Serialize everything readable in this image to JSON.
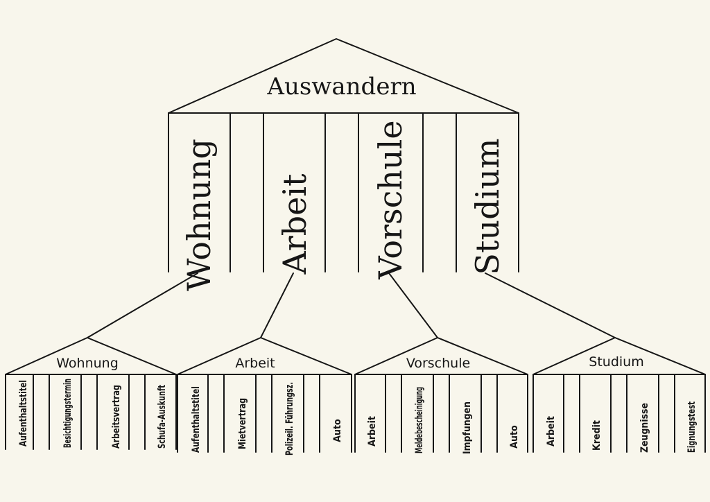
{
  "diagram": {
    "title": "Auswandern",
    "pillars": [
      "Wohnung",
      "Arbeit",
      "Vorschule",
      "Studium"
    ],
    "houses": [
      {
        "title": "Wohnung",
        "items": [
          "Aufenthaltstitel",
          "Besichtigungstermin",
          "Arbeitsvertrag",
          "Schufa-Auskunft"
        ]
      },
      {
        "title": "Arbeit",
        "items": [
          "Aufenthaltstitel",
          "Mietvertrag",
          "Polizeil. Führungsz.",
          "Auto"
        ]
      },
      {
        "title": "Vorschule",
        "items": [
          "Arbeit",
          "Meldebescheinigung",
          "Impfungen",
          "Auto"
        ]
      },
      {
        "title": "Studium",
        "items": [
          "Arbeit",
          "Kredit",
          "Zeugnisse",
          "Eignungstest"
        ]
      }
    ]
  }
}
